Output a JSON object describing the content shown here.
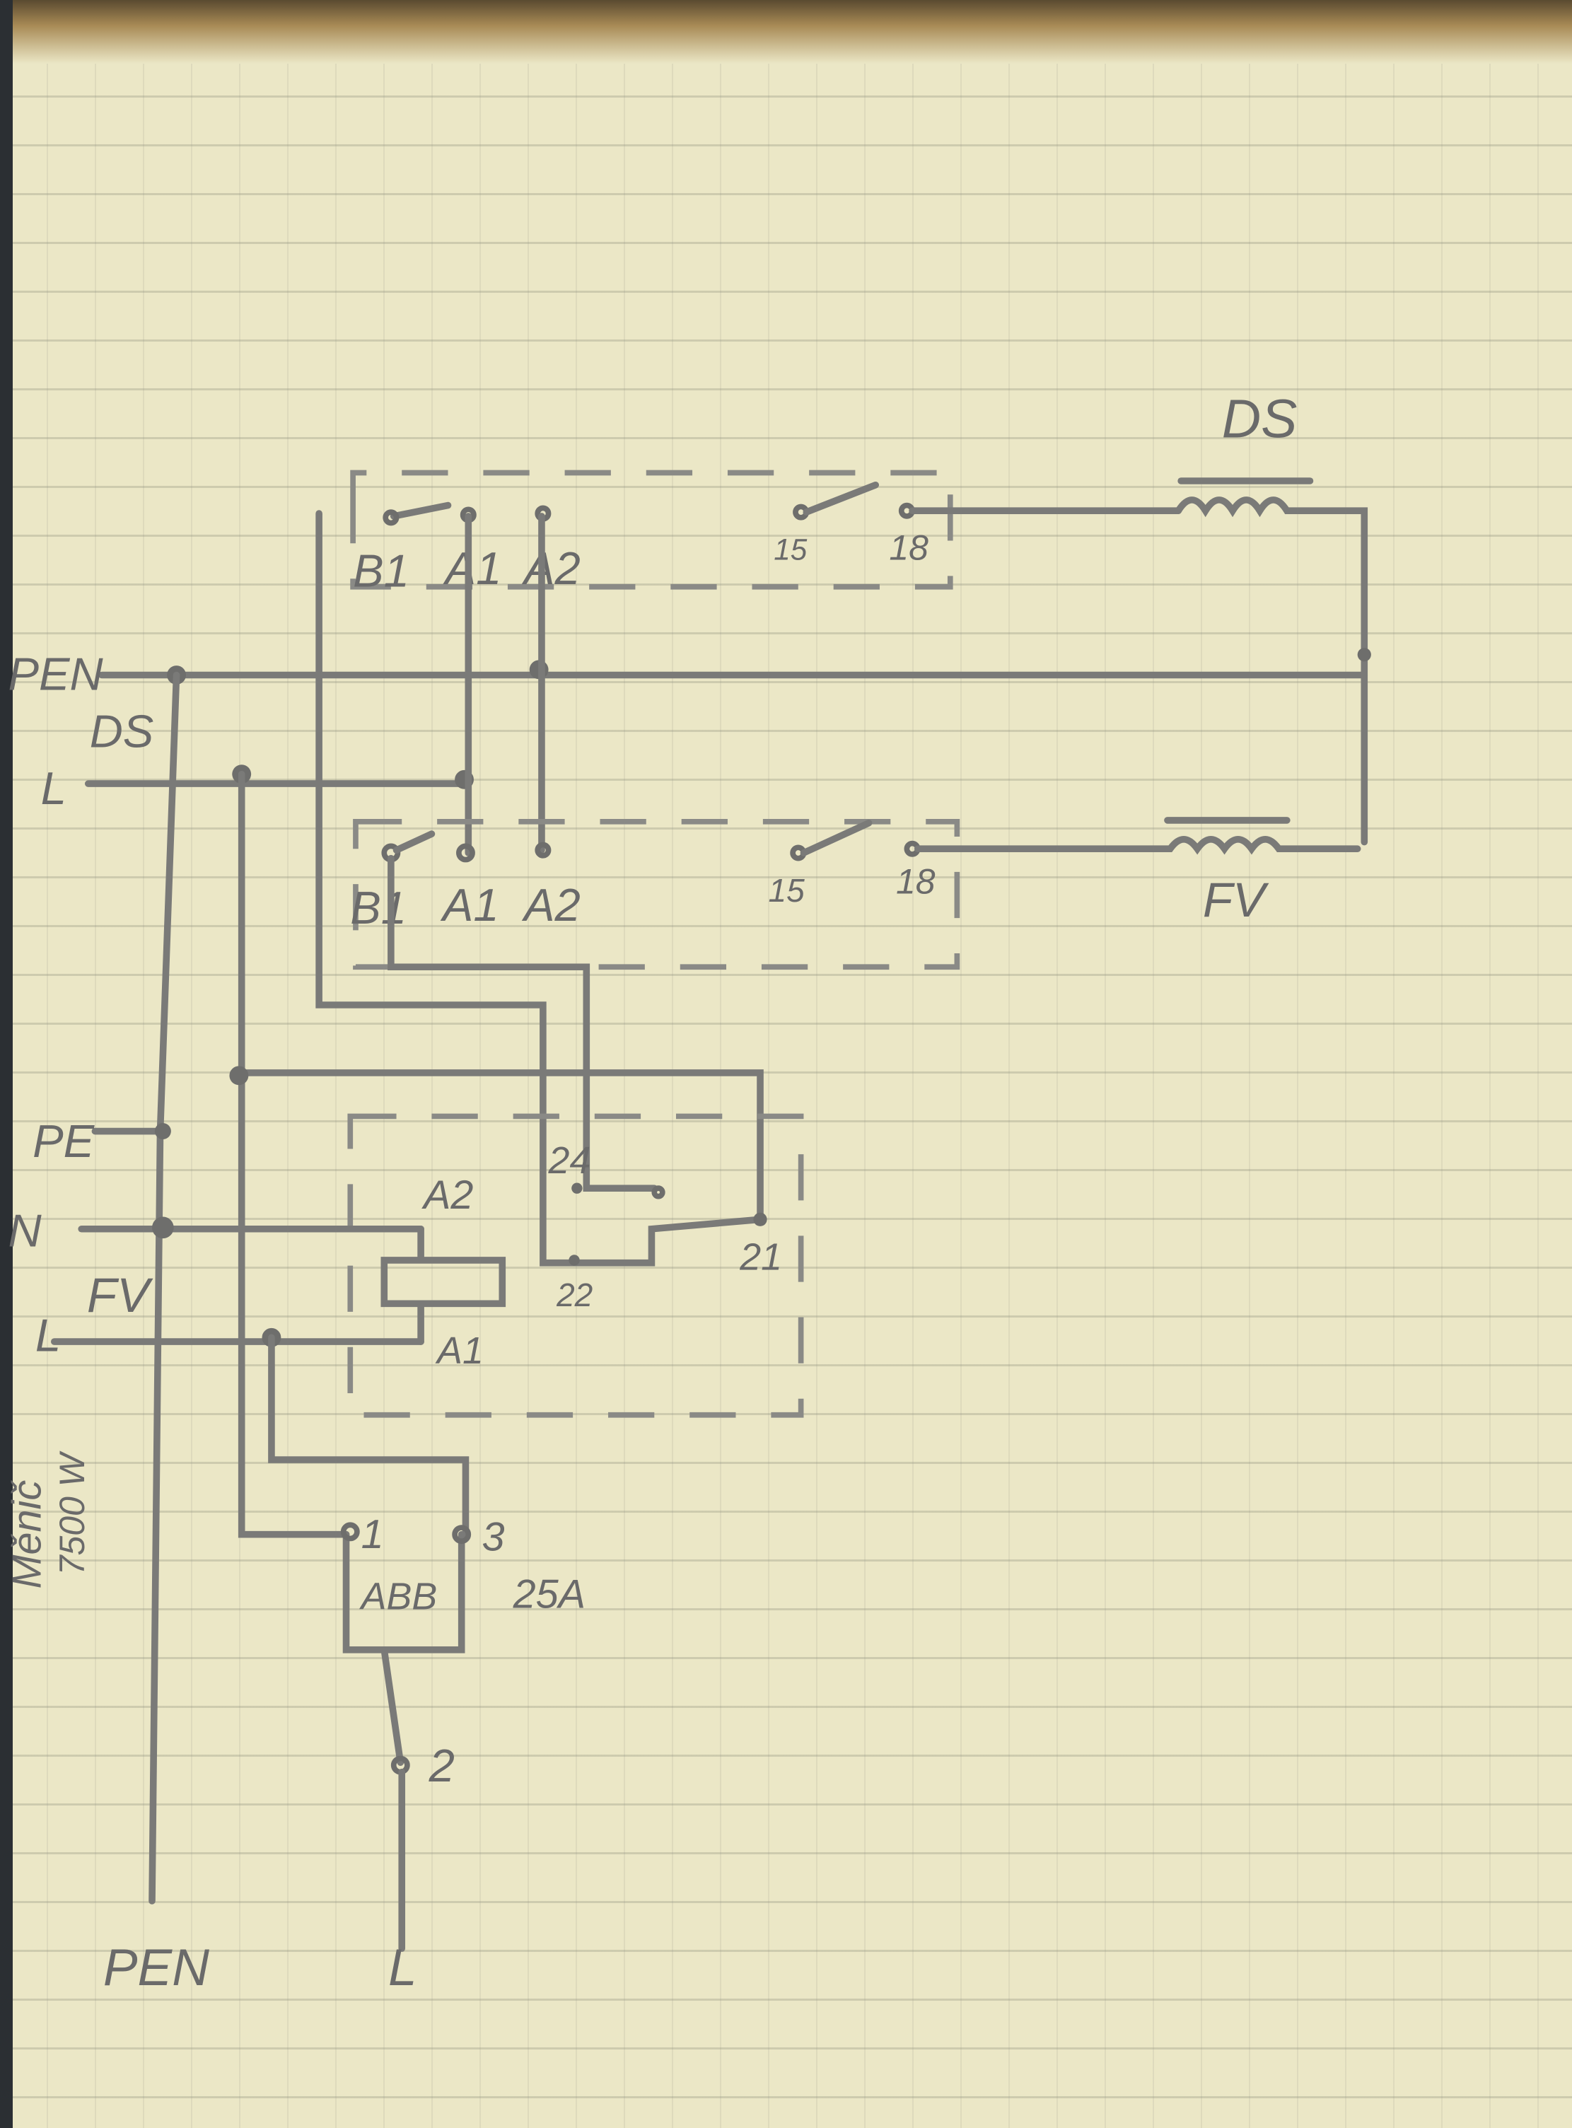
{
  "labels": {
    "ds_coil": "DS",
    "fv_coil": "FV",
    "pen_top": "PEN",
    "ds_left": "DS",
    "l_top": "L",
    "pe": "PE",
    "n": "N",
    "fv_left": "FV",
    "l_mid": "L",
    "pen_bottom": "PEN",
    "l_bottom": "L",
    "converter": "Měnič",
    "power": "7500 W"
  },
  "ds_contactor": {
    "b1": "B1",
    "a1": "A1",
    "a2": "A2",
    "t15": "15",
    "t18": "18"
  },
  "fv_contactor": {
    "b1": "B1",
    "a1": "A1",
    "a2": "A2",
    "t15": "15",
    "t18": "18"
  },
  "relay": {
    "t24": "24",
    "t22": "22",
    "t21": "21",
    "a2": "A2",
    "a1": "A1"
  },
  "breaker": {
    "brand": "ABB",
    "rating": "25A",
    "t1": "1",
    "t2": "2",
    "t3": "3"
  }
}
